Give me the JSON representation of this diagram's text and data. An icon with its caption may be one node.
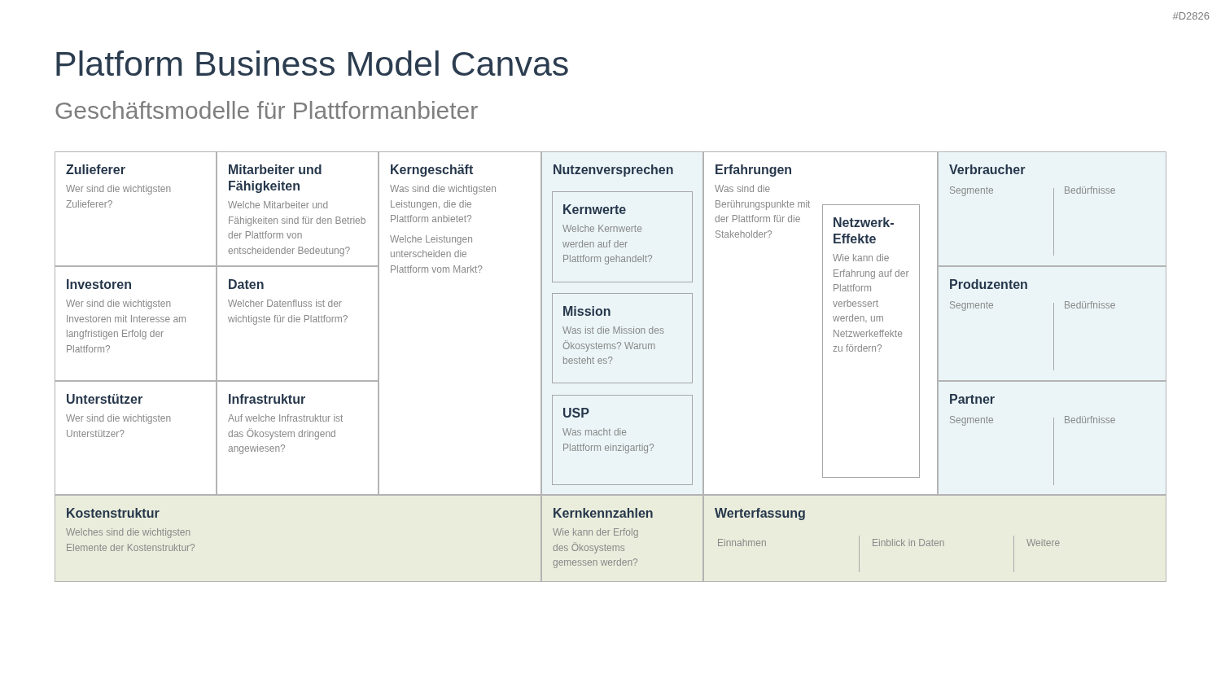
{
  "diagram": {
    "title": "Platform Business Model Canvas",
    "nodes": [
      {
        "text": [
          "Zulieferer",
          "Wer sind die wichtigsten Zulieferer?"
        ]
      },
      {
        "text": [
          "Mitarbeiter und Fähigkeiten",
          "Welche Mitarbeiter und Fähigkeiten sind für den Betrieb der Plattform von entscheidender Bedeutung?"
        ]
      },
      {
        "text": [
          "Kerngeschäft",
          "Was sind die wichtigsten Leistungen, die die Plattform anbietet?",
          "Welche Leistungen unterscheiden die Plattform vom Markt?"
        ]
      },
      {
        "text": [
          "Nutzenversprechen"
        ]
      },
      {
        "text": [
          "Kernwerte",
          "Welche Kernwerte werden auf der Plattform gehandelt?"
        ],
        "in": 3
      },
      {
        "text": [
          "Mission",
          "Was ist die Mission des Ökosystems? Warum besteht es?"
        ],
        "in": 3
      },
      {
        "text": [
          "USP",
          "Was macht die Plattform einzigartig?"
        ],
        "in": 3
      },
      {
        "text": [
          "Erfahrungen",
          "Was sind die Berührungspunkte mit der Plattform für die Stakeholder?"
        ]
      },
      {
        "text": [
          "Netzwerk-Effekte",
          "Wie kann die Erfahrung auf der Plattform verbessert werden, um Netzwerkeffekte zu fördern?"
        ],
        "in": 7
      },
      {
        "text": [
          "Verbraucher",
          "Segmente",
          "Bedürfnisse"
        ]
      },
      {
        "text": [
          "Investoren",
          "Wer sind die wichtigsten Investoren mit Interesse am langfristigen Erfolg der Plattform?"
        ]
      },
      {
        "text": [
          "Daten",
          "Welcher Datenfluss ist der wichtigste für die Plattform?"
        ]
      },
      {
        "text": [
          "Produzenten",
          "Segmente",
          "Bedürfnisse"
        ]
      },
      {
        "text": [
          "Unterstützer",
          "Wer sind die wichtigsten Unterstützer?"
        ]
      },
      {
        "text": [
          "Infrastruktur",
          "Auf welche Infrastruktur ist das Ökosystem dringend angewiesen?"
        ]
      },
      {
        "text": [
          "Partner",
          "Segmente",
          "Bedürfnisse"
        ]
      },
      {
        "text": [
          "Kostenstruktur",
          "Welches sind die wichtigsten Elemente der Kostenstruktur?"
        ]
      },
      {
        "text": [
          "Kernkennzahlen",
          "Wie kann der Erfolg des Ökosystems gemessen werden?"
        ]
      },
      {
        "text": [
          "Werterfassung",
          "Einnahmen",
          "Einblick in Daten",
          "Weitere"
        ]
      }
    ],
    "labels": [
      "#D2826",
      "Geschäftsmodelle für Plattformanbieter"
    ]
  }
}
